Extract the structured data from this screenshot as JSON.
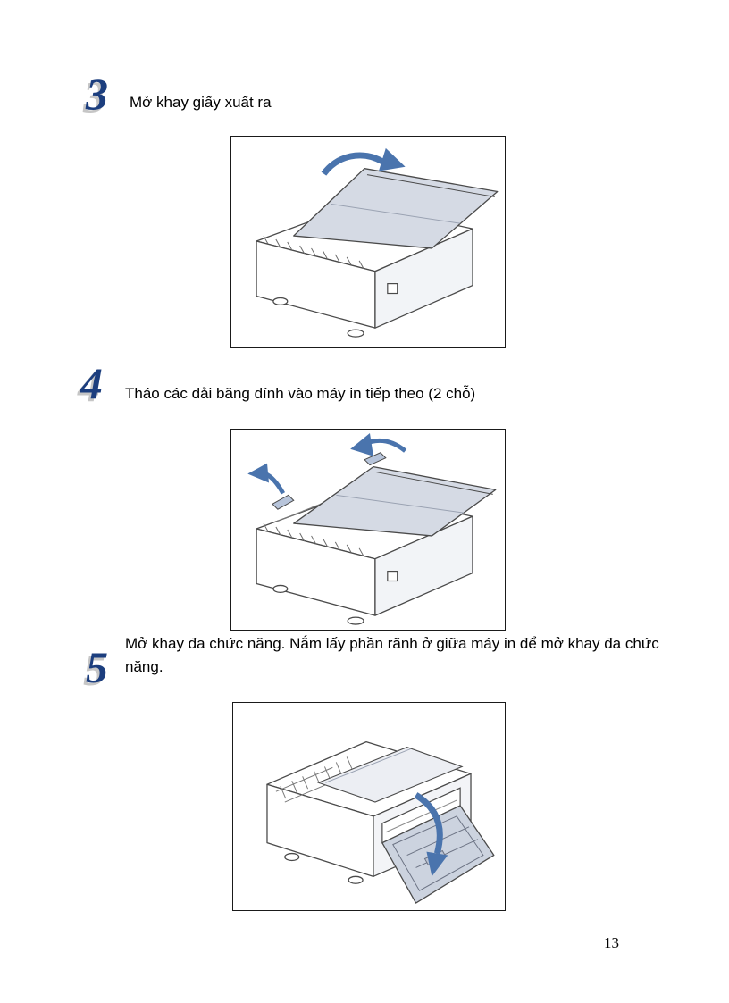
{
  "page_number": "13",
  "steps": [
    {
      "number": "3",
      "text": "Mở khay giấy xuất ra"
    },
    {
      "number": "4",
      "text": "Tháo các dải băng dính vào máy in tiếp theo (2 chỗ)"
    },
    {
      "number": "5",
      "text": "Mở khay đa chức năng. Nắm lấy phần rãnh ở giữa máy in để mở khay đa chức năng."
    }
  ],
  "figures": [
    {
      "name": "printer-open-output-tray-illustration"
    },
    {
      "name": "printer-remove-tapes-illustration"
    },
    {
      "name": "printer-open-multipurpose-tray-illustration"
    }
  ],
  "colors": {
    "step_number_blue": "#1c3e7e",
    "arrow_blue": "#4a74ad",
    "tray_fill": "#d5dae4",
    "tape_fill": "#b7c4da"
  }
}
